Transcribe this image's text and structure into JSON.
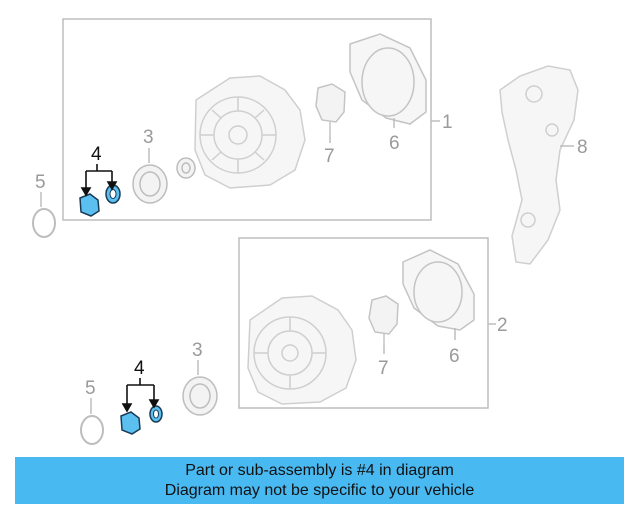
{
  "diagram": {
    "callouts": {
      "c1": "1",
      "c2": "2",
      "c3a": "3",
      "c3b": "3",
      "c4a": "4",
      "c4b": "4",
      "c5a": "5",
      "c5b": "5",
      "c6a": "6",
      "c6b": "6",
      "c7a": "7",
      "c7b": "7",
      "c8": "8"
    },
    "highlight_color": "#5bc0f0",
    "line_color": "#c8c8c8"
  },
  "banner": {
    "line1": "Part or sub-assembly is #4 in diagram",
    "line2": "Diagram may not be specific to your vehicle",
    "background": "#49b9f2"
  }
}
